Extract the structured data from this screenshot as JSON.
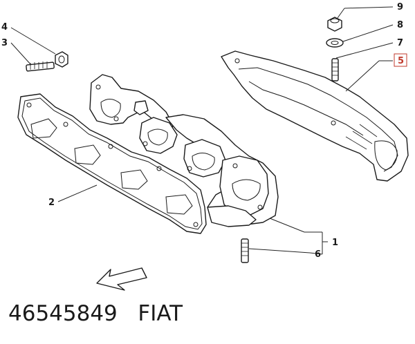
{
  "diagram": {
    "callouts": {
      "c1": "1",
      "c2": "2",
      "c3": "3",
      "c4": "4",
      "c5": "5",
      "c6": "6",
      "c7": "7",
      "c8": "8",
      "c9": "9"
    },
    "colors": {
      "line": "#1a1a1a",
      "highlight_box": "#c0392b",
      "background": "#ffffff"
    },
    "arrow_icon": "direction-arrow-icon"
  },
  "footer": {
    "part_number": "46545849",
    "brand": "FIAT"
  }
}
